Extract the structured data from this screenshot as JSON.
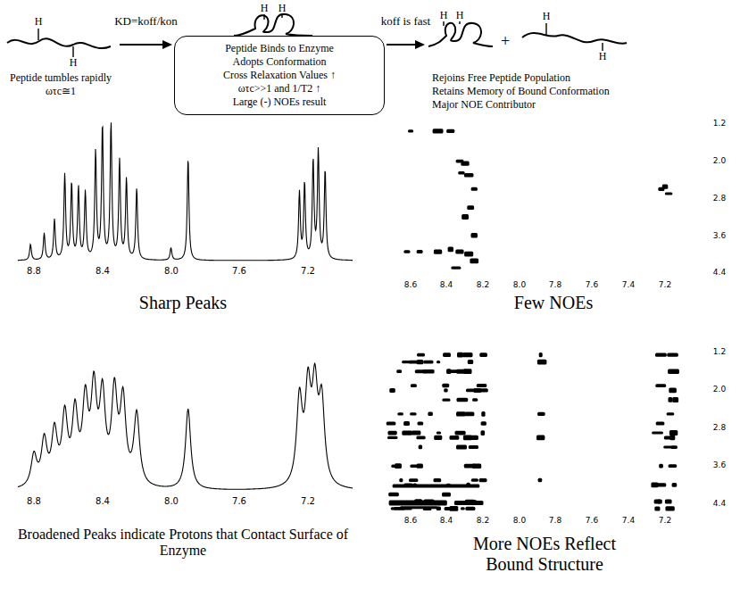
{
  "diagram": {
    "nodes": [
      {
        "text": [
          "Peptide tumbles rapidly",
          "ωτc≅1"
        ]
      },
      {
        "text": [
          "Peptide Binds to Enzyme",
          "Adopts Conformation",
          "Cross Relaxation Values ↑",
          "ωτc>>1 and 1/T2 ↑",
          "Large (-) NOEs result"
        ]
      },
      {
        "text": [
          "Rejoins Free Peptide Population",
          "Retains Memory of Bound Conformation",
          "Major NOE Contributor"
        ]
      }
    ],
    "edges": [
      {
        "from": 0,
        "to": 1,
        "arrow": "to",
        "label": "KD=koff/kon"
      },
      {
        "from": 1,
        "to": 2,
        "arrow": "to",
        "label": "koff is fast"
      }
    ],
    "labels": [
      "H",
      "H",
      "H",
      "H",
      "H",
      "H",
      "+",
      "H",
      "H",
      "8.8",
      "8.4",
      "8.0",
      "7.6",
      "7.2",
      "Sharp Peaks",
      "8.6",
      "8.4",
      "8.2",
      "8.0",
      "7.8",
      "7.6",
      "7.4",
      "7.2",
      "1.2",
      "2.0",
      "2.8",
      "3.6",
      "4.4",
      "Few NOEs",
      "8.8",
      "8.4",
      "8.0",
      "7.6",
      "7.2",
      "Broadened Peaks indicate Protons that Contact Surface of Enzyme",
      "8.6",
      "8.4",
      "8.2",
      "8.0",
      "7.8",
      "7.6",
      "7.4",
      "7.2",
      "1.2",
      "2.0",
      "2.8",
      "3.6",
      "4.4",
      "More NOEs Reflect Bound Structure"
    ]
  }
}
